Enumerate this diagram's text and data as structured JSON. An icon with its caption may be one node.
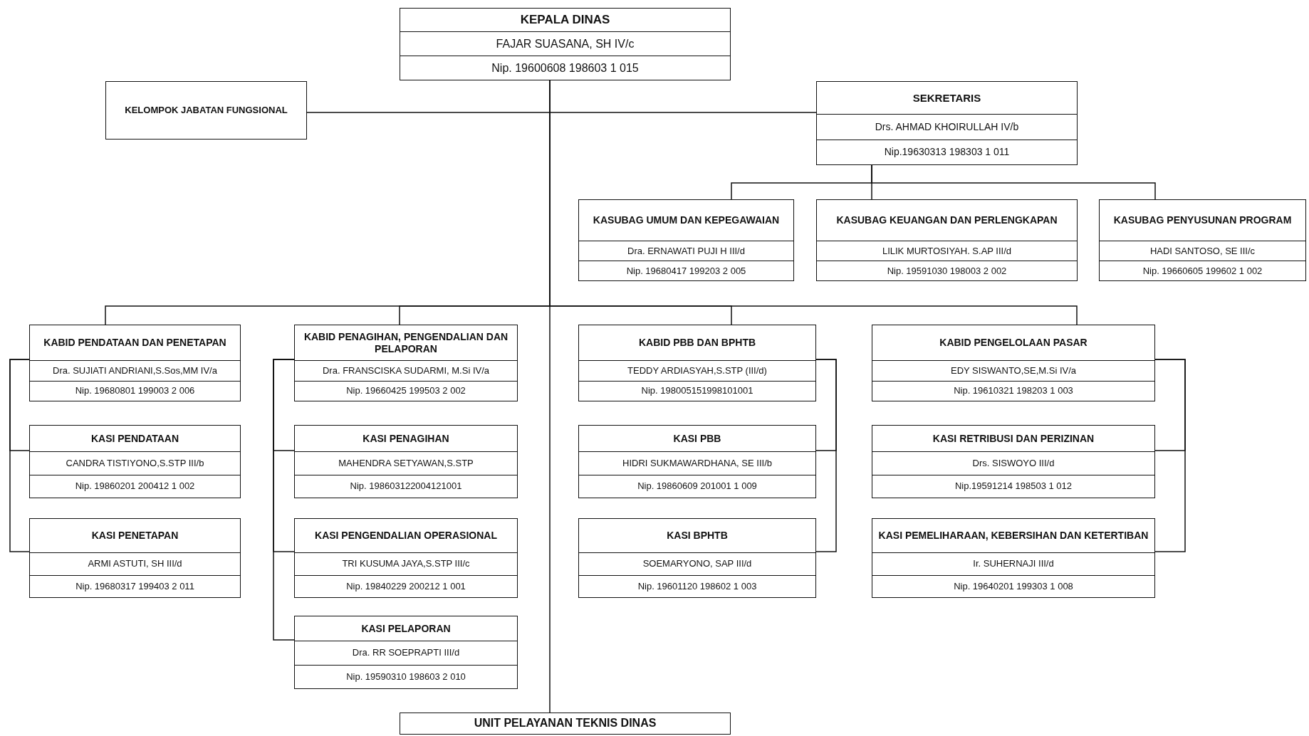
{
  "diagram": {
    "nodes": [
      {
        "text": [
          "KEPALA DINAS",
          "FAJAR SUASANA, SH IV/c",
          "Nip. 19600608 198603 1 015"
        ]
      },
      {
        "text": [
          "KELOMPOK JABATAN FUNGSIONAL"
        ]
      },
      {
        "text": [
          "SEKRETARIS",
          "Drs. AHMAD KHOIRULLAH IV/b",
          "Nip.19630313 198303 1 011"
        ]
      },
      {
        "text": [
          "KASUBAG UMUM DAN KEPEGAWAIAN",
          "Dra. ERNAWATI PUJI H III/d",
          "Nip. 19680417 199203 2 005"
        ]
      },
      {
        "text": [
          "KASUBAG KEUANGAN DAN PERLENGKAPAN",
          "LILIK MURTOSIYAH. S.AP III/d",
          "Nip. 19591030 198003 2 002"
        ]
      },
      {
        "text": [
          "KASUBAG PENYUSUNAN PROGRAM",
          "HADI SANTOSO, SE III/c",
          "Nip. 19660605 199602 1 002"
        ]
      },
      {
        "text": [
          "KABID PENDATAAN DAN PENETAPAN",
          "Dra. SUJIATI ANDRIANI,S.Sos,MM IV/a",
          "Nip. 19680801 199003 2 006"
        ]
      },
      {
        "text": [
          "KABID PENAGIHAN, PENGENDALIAN DAN PELAPORAN",
          "Dra. FRANSCISKA SUDARMI, M.Si IV/a",
          "Nip. 19660425 199503 2 002"
        ]
      },
      {
        "text": [
          "KABID PBB DAN BPHTB",
          "TEDDY ARDIASYAH,S.STP (III/d)",
          "Nip. 198005151998101001"
        ]
      },
      {
        "text": [
          "KABID PENGELOLAAN PASAR",
          "EDY SISWANTO,SE,M.Si IV/a",
          "Nip. 19610321 198203 1 003"
        ]
      },
      {
        "text": [
          "KASI PENDATAAN",
          "CANDRA TISTIYONO,S.STP III/b",
          "Nip. 19860201 200412 1 002"
        ]
      },
      {
        "text": [
          "KASI PENAGIHAN",
          "MAHENDRA SETYAWAN,S.STP",
          "Nip. 198603122004121001"
        ]
      },
      {
        "text": [
          "KASI PBB",
          "HIDRI SUKMAWARDHANA, SE III/b",
          "Nip. 19860609 201001 1 009"
        ]
      },
      {
        "text": [
          "KASI RETRIBUSI DAN PERIZINAN",
          "Drs. SISWOYO III/d",
          "Nip.19591214 198503 1 012"
        ]
      },
      {
        "text": [
          "KASI PENETAPAN",
          "ARMI ASTUTI, SH III/d",
          "Nip. 19680317 199403 2 011"
        ]
      },
      {
        "text": [
          "KASI PENGENDALIAN OPERASIONAL",
          "TRI KUSUMA JAYA,S.STP III/c",
          "Nip. 19840229 200212 1 001"
        ]
      },
      {
        "text": [
          "KASI BPHTB",
          "SOEMARYONO, SAP III/d",
          "Nip. 19601120 198602 1 003"
        ]
      },
      {
        "text": [
          "KASI PEMELIHARAAN, KEBERSIHAN DAN KETERTIBAN",
          "Ir. SUHERNAJI III/d",
          "Nip. 19640201 199303 1 008"
        ]
      },
      {
        "text": [
          "KASI PELAPORAN",
          "Dra. RR SOEPRAPTI III/d",
          "Nip. 19590310 198603 2 010"
        ]
      },
      {
        "text": [
          "UNIT PELAYANAN TEKNIS DINAS"
        ]
      }
    ],
    "edges": [
      {
        "from": 0,
        "to": 1,
        "arrow": "none"
      },
      {
        "from": 0,
        "to": 2,
        "arrow": "none"
      },
      {
        "from": 2,
        "to": 3,
        "arrow": "none"
      },
      {
        "from": 2,
        "to": 4,
        "arrow": "none"
      },
      {
        "from": 2,
        "to": 5,
        "arrow": "none"
      },
      {
        "from": 0,
        "to": 6,
        "arrow": "none"
      },
      {
        "from": 0,
        "to": 7,
        "arrow": "none"
      },
      {
        "from": 0,
        "to": 8,
        "arrow": "none"
      },
      {
        "from": 0,
        "to": 9,
        "arrow": "none"
      },
      {
        "from": 0,
        "to": 19,
        "arrow": "none"
      },
      {
        "from": 6,
        "to": 10,
        "arrow": "none"
      },
      {
        "from": 6,
        "to": 14,
        "arrow": "none"
      },
      {
        "from": 7,
        "to": 11,
        "arrow": "none"
      },
      {
        "from": 7,
        "to": 15,
        "arrow": "none"
      },
      {
        "from": 7,
        "to": 18,
        "arrow": "none"
      },
      {
        "from": 8,
        "to": 12,
        "arrow": "none"
      },
      {
        "from": 8,
        "to": 16,
        "arrow": "none"
      },
      {
        "from": 9,
        "to": 13,
        "arrow": "none"
      },
      {
        "from": 9,
        "to": 17,
        "arrow": "none"
      }
    ]
  }
}
